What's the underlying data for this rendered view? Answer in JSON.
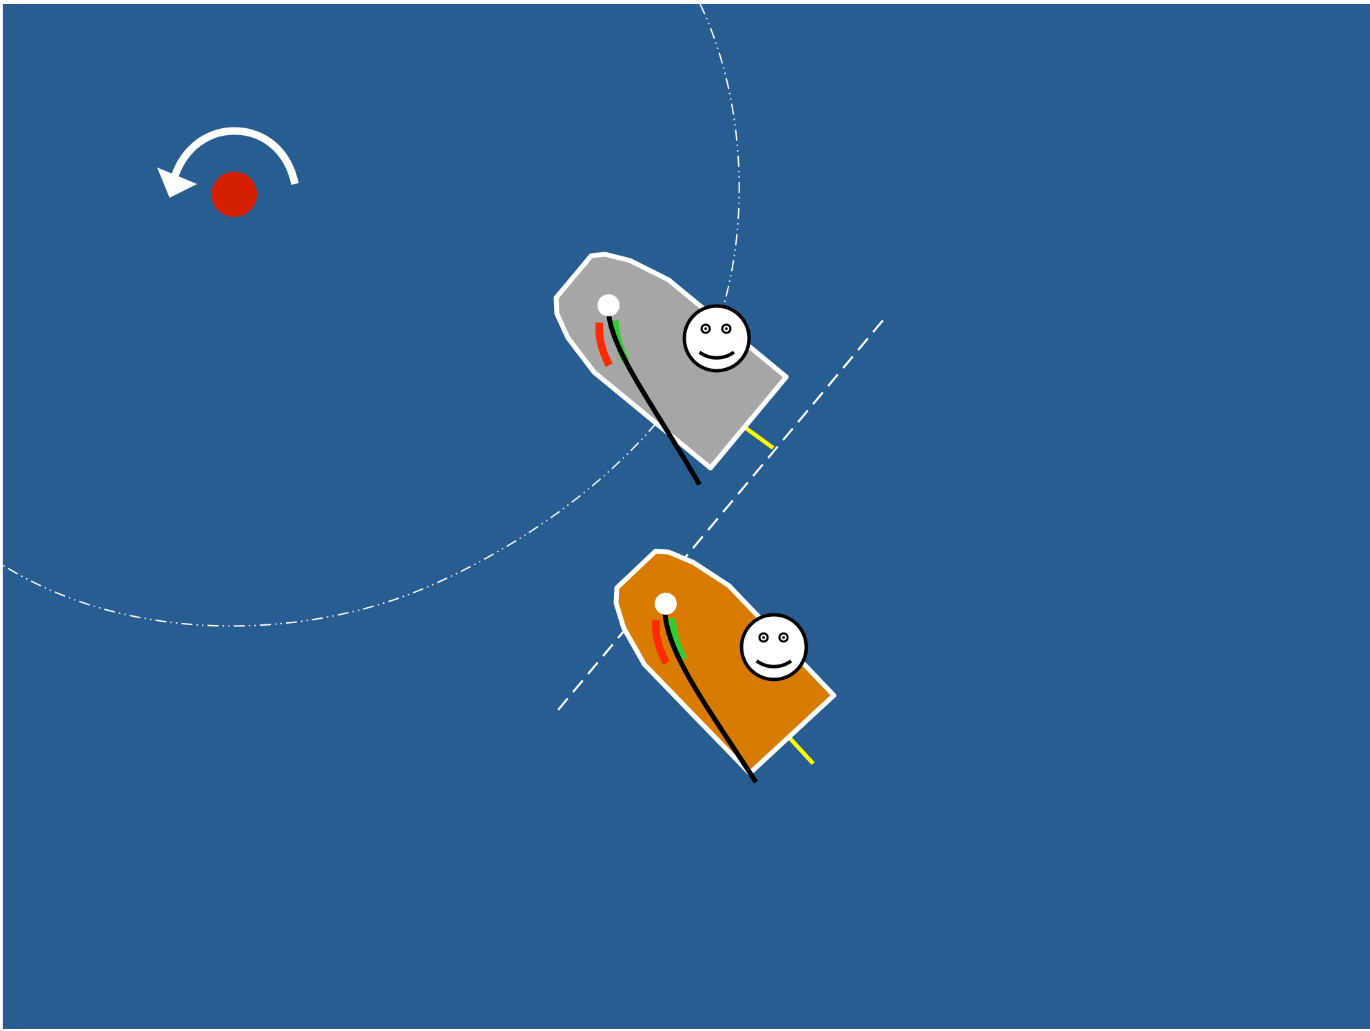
{
  "scene": {
    "water_color": "#285d91",
    "frame_color": "#ffffff"
  },
  "mark": {
    "icon": "rounding-mark",
    "color": "#d42000",
    "rounding_direction": "counter-clockwise",
    "arrow_icon": "counter-clockwise-arrow-icon",
    "arrow_color": "#ffffff"
  },
  "zone": {
    "style": "dash-dot",
    "color": "#ffffff"
  },
  "overlap_line": {
    "style": "dashed",
    "color": "#ffffff"
  },
  "boats": [
    {
      "id": "gray",
      "hull_color": "#a6a6a6",
      "outline_color": "#ffffff",
      "skipper_icon": "smiley-face-icon",
      "port_light_color": "#ff2a00",
      "starboard_light_color": "#33cc33",
      "tiller_color": "#ffff00",
      "sail_color": "#000000"
    },
    {
      "id": "orange",
      "hull_color": "#d97b00",
      "outline_color": "#ffffff",
      "skipper_icon": "smiley-face-icon",
      "port_light_color": "#ff2a00",
      "starboard_light_color": "#33cc33",
      "tiller_color": "#ffff00",
      "sail_color": "#000000"
    }
  ]
}
